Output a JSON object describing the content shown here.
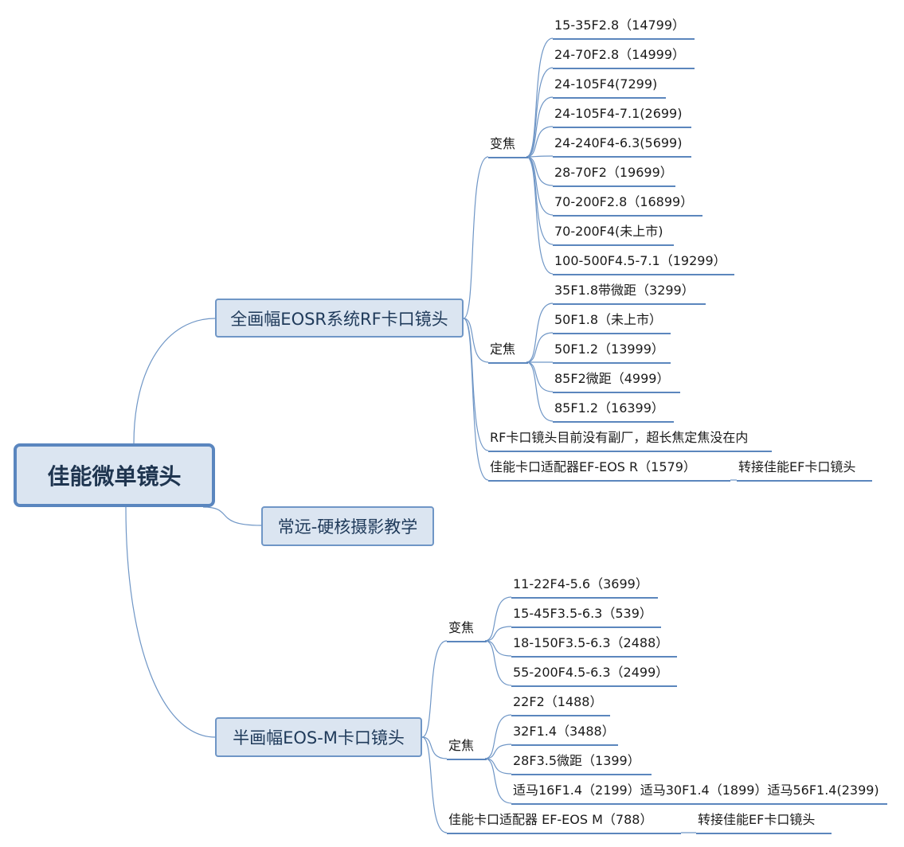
{
  "root": "佳能微单镜头",
  "branches": {
    "rf": {
      "label": "全画幅EOSR系统RF卡口镜头",
      "zoom": {
        "label": "变焦",
        "items": [
          "15-35F2.8（14799）",
          "24-70F2.8（14999）",
          "24-105F4(7299)",
          "24-105F4-7.1(2699)",
          "24-240F4-6.3(5699)",
          "28-70F2（19699）",
          "70-200F2.8（16899）",
          "70-200F4(未上市)",
          "100-500F4.5-7.1（19299）"
        ]
      },
      "prime": {
        "label": "定焦",
        "items": [
          "35F1.8带微距（3299）",
          "50F1.8（未上市）",
          "50F1.2（13999）",
          "85F2微距（4999）",
          "85F1.2（16399）"
        ]
      },
      "note": "RF卡口镜头目前没有副厂，超长焦定焦没在内",
      "adapter": "佳能卡口适配器EF-EOS R（1579）",
      "adapter_sub": "转接佳能EF卡口镜头"
    },
    "teacher": {
      "label": "常远-硬核摄影教学"
    },
    "m": {
      "label": "半画幅EOS-M卡口镜头",
      "zoom": {
        "label": "变焦",
        "items": [
          "11-22F4-5.6（3699）",
          "15-45F3.5-6.3（539）",
          "18-150F3.5-6.3（2488）",
          "55-200F4.5-6.3（2499）"
        ]
      },
      "prime": {
        "label": "定焦",
        "items": [
          "22F2（1488）",
          "32F1.4（3488）",
          "28F3.5微距（1399）",
          "适马16F1.4（2199）适马30F1.4（1899）适马56F1.4(2399)"
        ]
      },
      "adapter": "佳能卡口适配器 EF-EOS M（788）",
      "adapter_sub": "转接佳能EF卡口镜头"
    }
  }
}
